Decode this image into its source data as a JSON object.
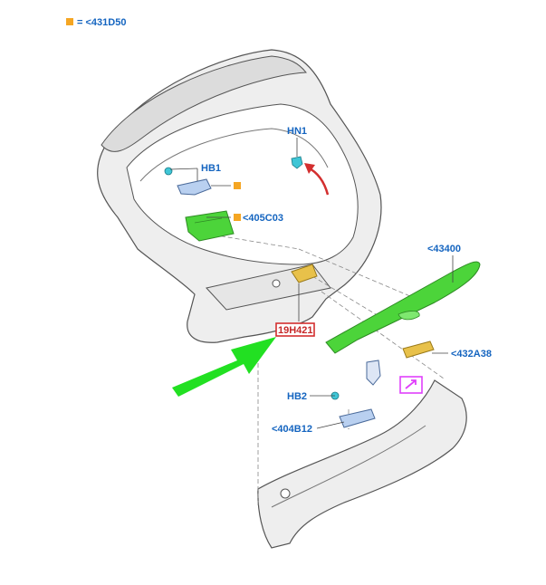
{
  "colors": {
    "label": "#1565c0",
    "marker": "#f5a623",
    "highlight_part": "#4cd43a",
    "arrow_green": "#22e022",
    "arrow_red": "#d32f2f",
    "ref_box": "#d32f2f",
    "note_box": "#e040fb",
    "clip": "#3fc6d6",
    "bracket": "#e8c14a",
    "outline": "#444444",
    "body_fill": "#eeeeee"
  },
  "legend": {
    "marker": "square",
    "text": "= <431D50"
  },
  "callouts": {
    "hn1": "HN1",
    "hb1": "HB1",
    "c405": "<405C03",
    "c43400": "<43400",
    "ref": "19H421",
    "c432": "<432A38",
    "hb2": "HB2",
    "c404": "<404B12"
  },
  "icons": {
    "note_box": "arrow-icon"
  }
}
